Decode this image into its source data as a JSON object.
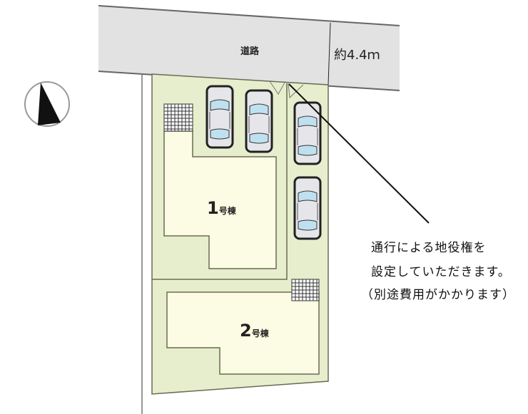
{
  "road": {
    "label": "道路",
    "width_label": "約4.4ｍ"
  },
  "buildings": [
    {
      "number": "1",
      "suffix": "号棟"
    },
    {
      "number": "2",
      "suffix": "号棟"
    }
  ],
  "parking_spaces": 4,
  "annotation": {
    "lines": [
      "通行による地役権を",
      "設定していただきます。",
      "（別途費用がかかります）"
    ]
  },
  "colors": {
    "road": "#e2e2e2",
    "lot": "#e7eecd",
    "house": "#fcfbe3",
    "car_glass": "#bfe0ef",
    "line": "#6b6b55"
  }
}
